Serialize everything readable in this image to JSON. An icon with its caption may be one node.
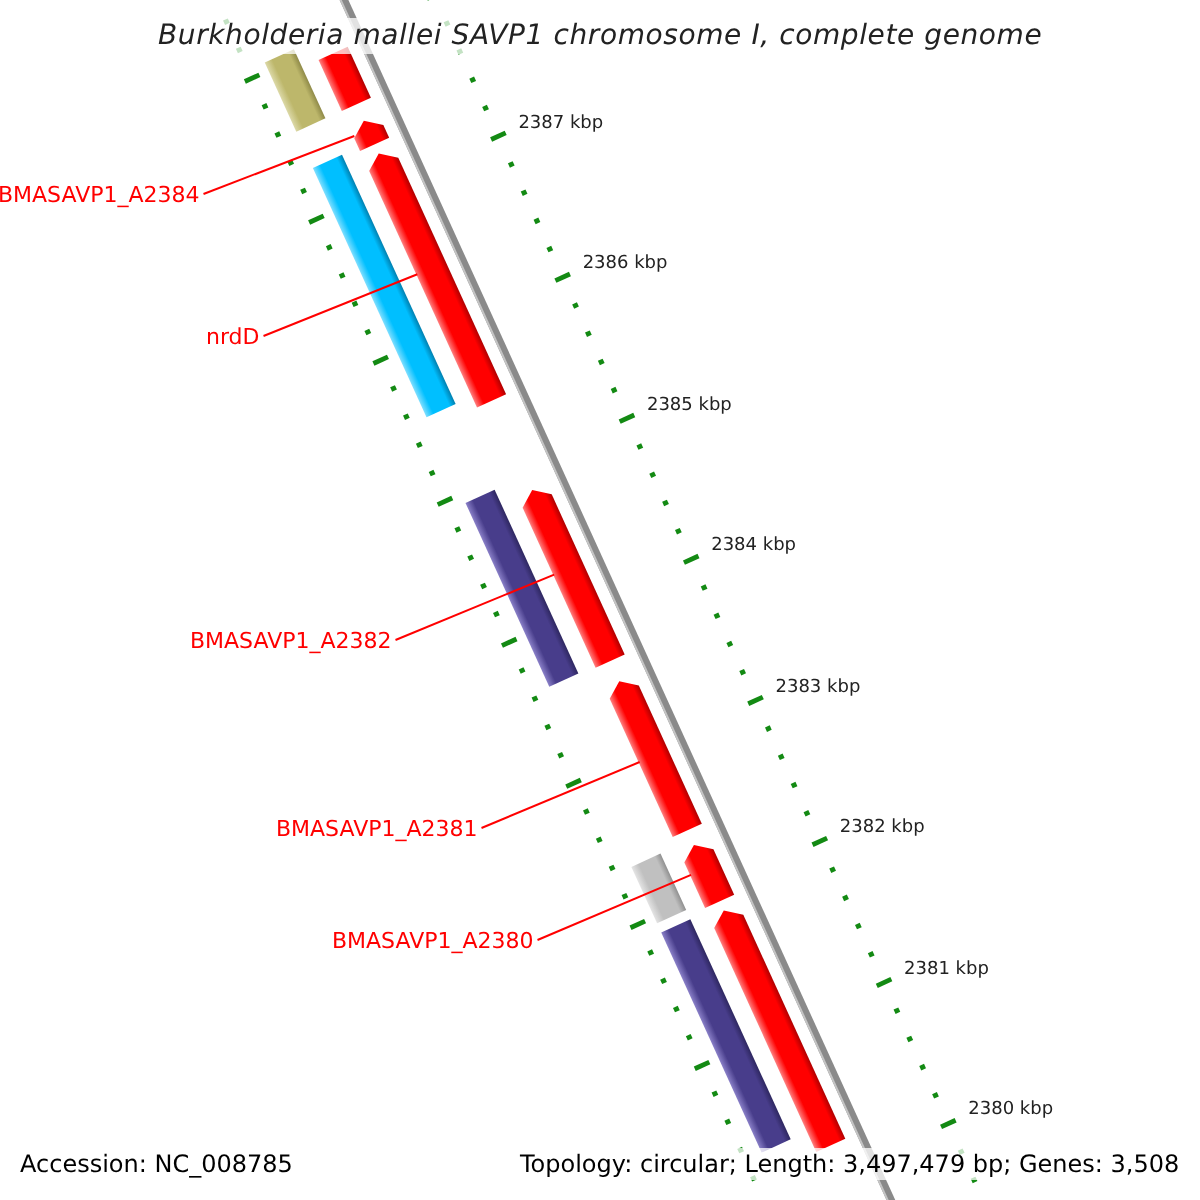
{
  "diagram": {
    "title": "Burkholderia mallei SAVP1 chromosome I, complete genome",
    "nodes": [
      {
        "text": [
          "BMASAVP1_A2384"
        ]
      },
      {
        "text": [
          "nrdD"
        ]
      },
      {
        "text": [
          "BMASAVP1_A2382"
        ]
      },
      {
        "text": [
          "BMASAVP1_A2381"
        ]
      },
      {
        "text": [
          "BMASAVP1_A2380"
        ]
      },
      {
        "text": [],
        "shape": "bar"
      },
      {
        "text": [],
        "shape": "arrow"
      },
      {
        "text": [],
        "shape": "arrow"
      },
      {
        "text": [],
        "shape": "arrow"
      },
      {
        "text": [],
        "shape": "bar"
      },
      {
        "text": [],
        "shape": "bar"
      },
      {
        "text": [],
        "shape": "arrow"
      },
      {
        "text": [],
        "shape": "arrow"
      },
      {
        "text": [],
        "shape": "bar"
      },
      {
        "text": [],
        "shape": "arrow"
      },
      {
        "text": [],
        "shape": "bar"
      },
      {
        "text": [],
        "shape": "arrow"
      }
    ],
    "edges": [
      {
        "from": 0,
        "to": 7,
        "arrow": "none"
      },
      {
        "from": 1,
        "to": 8,
        "arrow": "none"
      },
      {
        "from": 2,
        "to": 11,
        "arrow": "none"
      },
      {
        "from": 3,
        "to": 12,
        "arrow": "none"
      },
      {
        "from": 4,
        "to": 14,
        "arrow": "none"
      }
    ],
    "labels": [
      "2387 kbp",
      "2386 kbp",
      "2385 kbp",
      "2384 kbp",
      "2383 kbp",
      "2382 kbp",
      "2381 kbp",
      "2380 kbp",
      "Accession: NC_008785",
      "Topology: circular; Length: 3,497,479 bp; Genes: 3,508"
    ]
  }
}
